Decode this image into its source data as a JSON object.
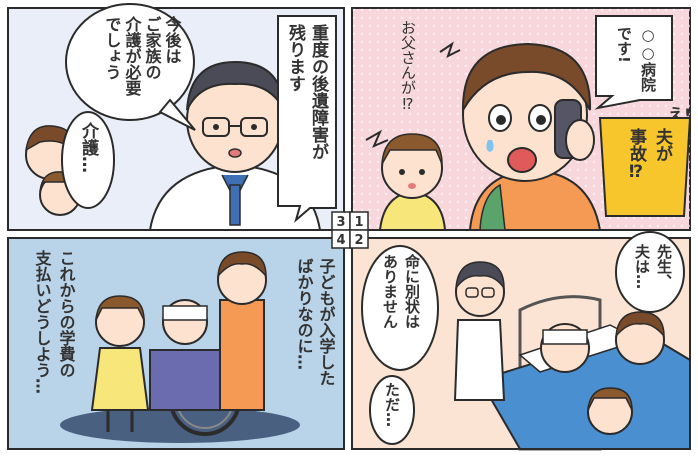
{
  "panel_numbers": [
    "3",
    "1",
    "4",
    "2"
  ],
  "panel1": {
    "phone_bubble": [
      "○○病院",
      "です!"
    ],
    "daughter_text": "お父さんが⁉",
    "exclaim": "え!",
    "shock_text": [
      "夫が",
      "事故⁉"
    ]
  },
  "panel2": {
    "wife_bubble": [
      "先生、",
      "夫は…"
    ],
    "doctor_bubble": [
      "命に別状は",
      "ありません"
    ],
    "doctor_trail": "ただ…"
  },
  "panel3": {
    "doctor_bubble_1": [
      "重度の後遺障害が",
      "残ります"
    ],
    "doctor_bubble_2": [
      "今後は",
      "ご家族の",
      "介護が必要",
      "でしょう"
    ],
    "family_bubble": "介護…"
  },
  "panel4": {
    "thought_1": [
      "子どもが入学した",
      "ばかりなのに…"
    ],
    "thought_2": [
      "これからの学費の",
      "支払いどうしよう…"
    ]
  },
  "colors": {
    "panel1_bg": "#f8d7dc",
    "panel2_bg": "#fbe4d4",
    "panel3_bg": "#e9eef8",
    "panel4_bg": "#b9d3e8",
    "shock_box": "#f6c62c",
    "outline": "#2b2b2b"
  }
}
